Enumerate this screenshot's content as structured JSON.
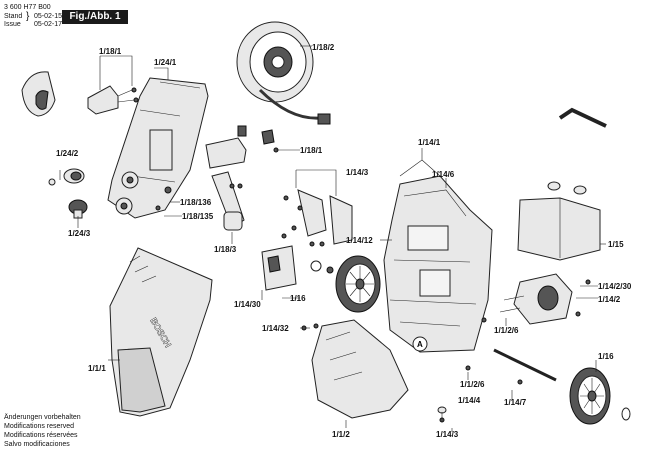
{
  "header": {
    "doc_number": "3 600 H77 B00",
    "stand_label": "Stand",
    "issue_label": "Issue",
    "stand_value": "05-02-15",
    "issue_value": "05-02-17",
    "figure_label": "Fig./Abb. 1"
  },
  "labels": [
    "1/18/1",
    "1/24/1",
    "1/18/2",
    "1/18/1",
    "1/24/2",
    "1/18/136",
    "1/18/135",
    "1/24/3",
    "1/18/3",
    "1/14/1",
    "1/14/6",
    "1/14/3",
    "1/14/12",
    "1/15",
    "1/14/30",
    "1/16",
    "1/14/32",
    "1/14/2/30",
    "1/14/2",
    "1/1/2/6",
    "1/1/1",
    "1/1/2/6",
    "1/14/4",
    "1/14/7",
    "1/16",
    "1/1/2",
    "1/14/3"
  ],
  "callout_letter": "A",
  "notes": [
    "Änderungen vorbehalten",
    "Modifications reserved",
    "Modifications réservées",
    "Salvo modificaciones"
  ],
  "brand_text": "BOSCH"
}
